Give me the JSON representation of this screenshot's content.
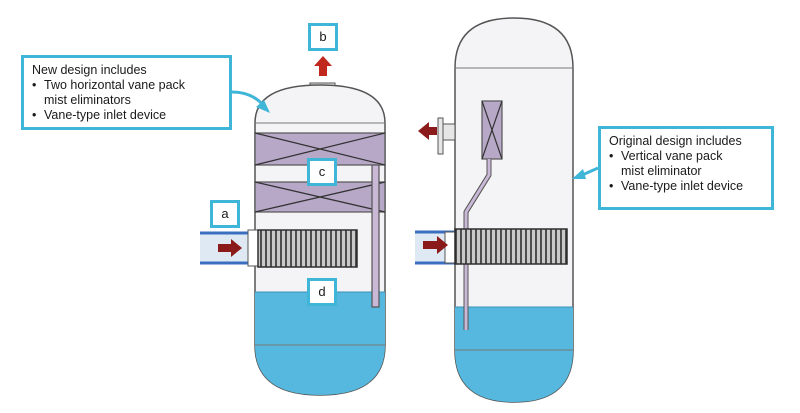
{
  "colors": {
    "callout_border": "#3fb6d8",
    "liquid": "#56b8de",
    "vessel_fill": "#f4f4f6",
    "vessel_stroke": "#555555",
    "vane_pack": "#b8a8c8",
    "arrow": "#8b1a1a",
    "inlet_pipe_band": "#3a6fbf"
  },
  "callouts": {
    "new_design": {
      "heading": "New design includes",
      "items": [
        [
          "Two horizontal vane pack",
          "mist eliminators"
        ],
        [
          "Vane-type inlet device"
        ]
      ]
    },
    "original_design": {
      "heading": "Original design includes",
      "items": [
        [
          "Vertical vane pack",
          "mist eliminator"
        ],
        [
          "Vane-type inlet device"
        ]
      ]
    }
  },
  "labels": {
    "a": "a",
    "b": "b",
    "c": "c",
    "d": "d"
  },
  "icons": [
    "flow-arrow-icon",
    "vane-pack-icon",
    "inlet-device-icon"
  ]
}
